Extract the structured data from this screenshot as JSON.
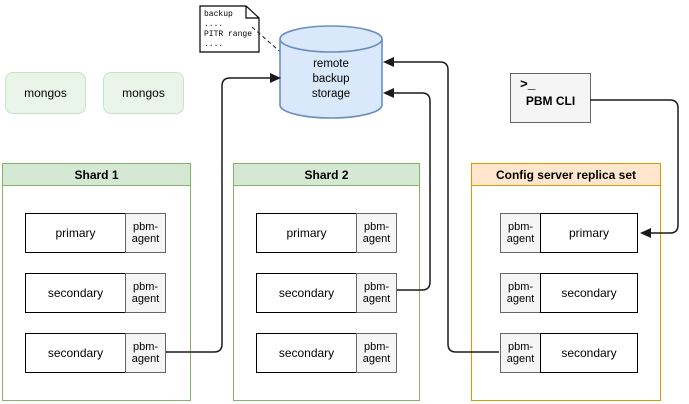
{
  "diagram": {
    "note": {
      "lines": [
        "backup",
        "....",
        "PITR range",
        "...."
      ]
    },
    "storage": {
      "lines": [
        "remote",
        "backup",
        "storage"
      ]
    },
    "mongos_left": {
      "label": "mongos"
    },
    "mongos_right": {
      "label": "mongos"
    },
    "pbm_cli": {
      "prompt": ">_",
      "label": "PBM CLI"
    },
    "shard1": {
      "title": "Shard 1",
      "rows": [
        {
          "role": "primary",
          "agent": "pbm-agent"
        },
        {
          "role": "secondary",
          "agent": "pbm-agent"
        },
        {
          "role": "secondary",
          "agent": "pbm-agent"
        }
      ]
    },
    "shard2": {
      "title": "Shard 2",
      "rows": [
        {
          "role": "primary",
          "agent": "pbm-agent"
        },
        {
          "role": "secondary",
          "agent": "pbm-agent"
        },
        {
          "role": "secondary",
          "agent": "pbm-agent"
        }
      ]
    },
    "config": {
      "title": "Config server replica set",
      "rows": [
        {
          "agent": "pbm-agent",
          "role": "primary"
        },
        {
          "agent": "pbm-agent",
          "role": "secondary"
        },
        {
          "agent": "pbm-agent",
          "role": "secondary"
        }
      ]
    },
    "colors": {
      "shard_header_fill": "#d5e8d4",
      "shard_border": "#82b366",
      "config_header_fill": "#ffe6cc",
      "config_border": "#d79b00",
      "storage_fill": "#dae8fc",
      "storage_border": "#6c8ebf",
      "mongos_fill": "#e9f5e9",
      "agent_fill": "#f5f5f5",
      "connector": "#1a1a1a"
    }
  }
}
